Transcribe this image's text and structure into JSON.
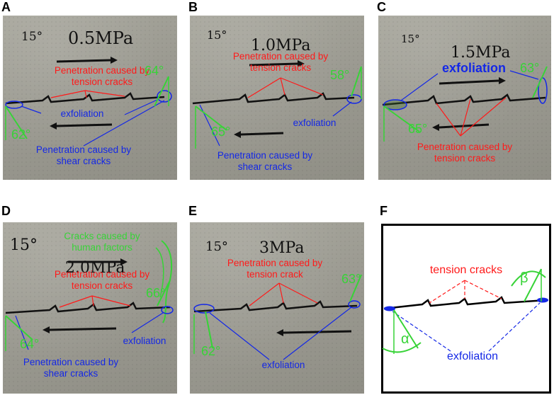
{
  "panels": {
    "A": {
      "letter": "A",
      "angle_mark": "15°",
      "pressure": "0.5MPa",
      "red_label": "Penetration caused by\ntension cracks",
      "blue_top": "exfoliation",
      "blue_bottom": "Penetration caused by\nshear cracks",
      "angle_right": "64°",
      "angle_left": "62°"
    },
    "B": {
      "letter": "B",
      "angle_mark": "15°",
      "pressure": "1.0MPa",
      "red_label": "Penetration caused by\ntension cracks",
      "blue_top": "exfoliation",
      "blue_bottom": "Penetration caused by\nshear cracks",
      "angle_right": "58°",
      "angle_left": "65°"
    },
    "C": {
      "letter": "C",
      "angle_mark": "15°",
      "pressure": "1.5MPa",
      "blue_top": "exfoliation",
      "red_label": "Penetration caused by\ntension cracks",
      "angle_right": "63°",
      "angle_left": "65°"
    },
    "D": {
      "letter": "D",
      "angle_mark": "15°",
      "pressure": "2.0MPa",
      "green_label": "Cracks caused by\nhuman factors",
      "red_label": "Penetration caused by\ntension cracks",
      "blue_right": "exfoliation",
      "blue_bottom": "Penetration caused by\nshear cracks",
      "angle_right": "66°",
      "angle_left": "64°"
    },
    "E": {
      "letter": "E",
      "angle_mark": "15°",
      "pressure": "3MPa",
      "red_label": "Penetration caused by\ntension crack",
      "blue_bottom": "exfoliation",
      "angle_right": "63°",
      "angle_left": "62°"
    },
    "F": {
      "letter": "F",
      "red_label": "tension cracks",
      "blue_label": "exfoliation",
      "alpha": "α",
      "beta": "β"
    }
  },
  "colors": {
    "red": "#ff1a1a",
    "blue": "#1428e6",
    "green": "#37d337",
    "black": "#000000"
  }
}
